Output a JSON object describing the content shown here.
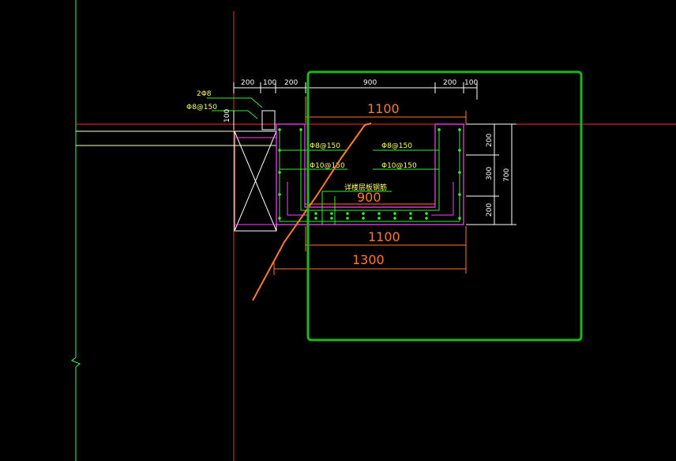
{
  "drawing": {
    "colors": {
      "background": "#000000",
      "axis_red": "#ff2a2a",
      "axis_green": "#44ff44",
      "section_outline": "#ff40ff",
      "rebar_green": "#33ee33",
      "dimension_white": "#ffffff",
      "label_yellow": "#ffff66",
      "orange": "#ff7a2a",
      "selection_box": "#1fb51f"
    },
    "top_dims": [
      "200",
      "100",
      "200",
      "900",
      "200",
      "100"
    ],
    "left_notes": {
      "rebar_count": "2Φ8",
      "stirrup": "Φ8@150",
      "height_100": "100"
    },
    "span_1100_top": "1100",
    "inner_labels": {
      "left_upper": "Φ8@150",
      "left_lower": "Φ10@150",
      "right_upper": "Φ8@150",
      "right_lower": "Φ10@150",
      "center_note": "详楼层板钢筋"
    },
    "span_900": "900",
    "right_dims": [
      "200",
      "300",
      "200"
    ],
    "right_total": "700",
    "span_1100_bottom": "1100",
    "span_1300": "1300"
  }
}
